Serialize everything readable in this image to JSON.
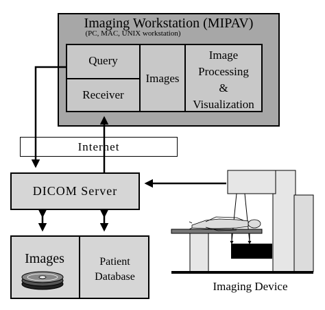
{
  "workstation": {
    "title": "Imaging Workstation (MIPAV)",
    "subtitle": "(PC, MAC, UNIX workstation)",
    "modules": {
      "query": "Query",
      "receiver": "Receiver",
      "images": "Images",
      "processing_line1": "Image",
      "processing_line2": "Processing",
      "processing_line3": "&",
      "processing_line4": "Visualization"
    }
  },
  "network": {
    "label": "Internet"
  },
  "server": {
    "label": "DICOM Server"
  },
  "storage": {
    "images_label": "Images",
    "database_line1": "Patient",
    "database_line2": "Database"
  },
  "device": {
    "label": "Imaging Device"
  },
  "colors": {
    "workstation_fill": "#a7a7a7",
    "module_fill": "#c8c8c8",
    "server_fill": "#d6d6d6",
    "storage_fill": "#d6d6d6",
    "internet_fill": "#ffffff",
    "device_pillar": "#e6e6e6",
    "device_panel": "#dcdcdc"
  },
  "icons": [
    "disc-stack-icon",
    "patient-figure-icon",
    "arrow-icon"
  ]
}
